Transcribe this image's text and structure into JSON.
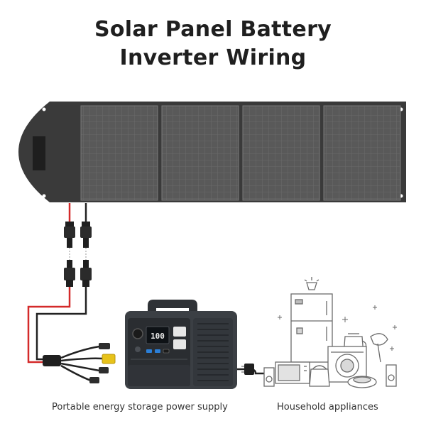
{
  "title": {
    "line1": "Solar Panel Battery",
    "line2": "Inverter Wiring"
  },
  "captions": {
    "left": "Portable energy storage power supply",
    "right": "Household appliances"
  },
  "power_station": {
    "display_text": "100"
  },
  "colors": {
    "panel_frame": "#3a3a3a",
    "panel_cell": "#5a5a5a",
    "wire_red": "#d42a2a",
    "wire_black": "#222222",
    "station_body": "#3b3f44",
    "appliance_line": "#6b6b6b"
  }
}
